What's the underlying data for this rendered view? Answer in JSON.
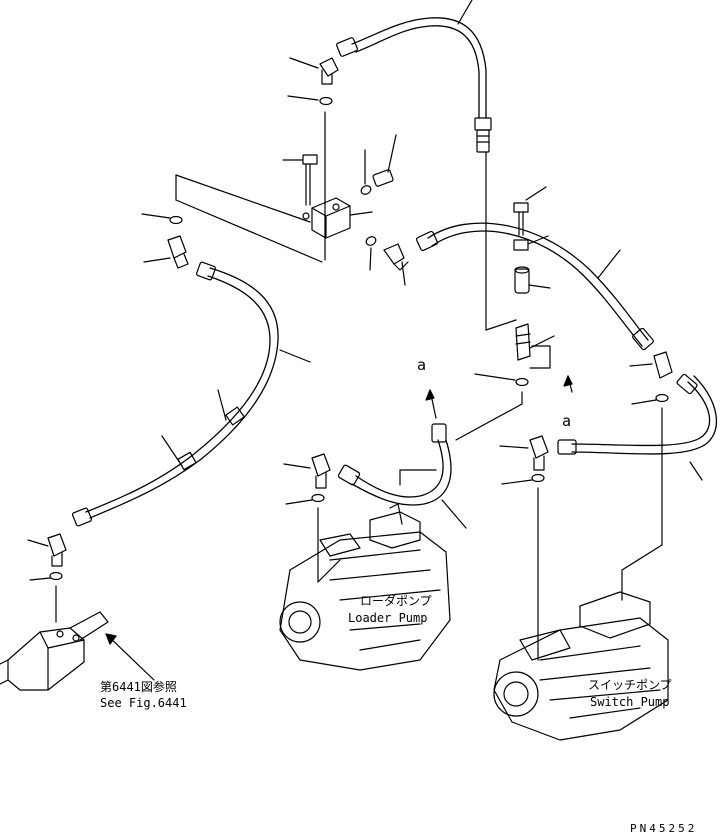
{
  "callouts": {
    "a_upper": "a",
    "a_lower": "a"
  },
  "loader_pump": {
    "label_jp": "ローダポンプ",
    "label_en": "Loader Pump"
  },
  "switch_pump": {
    "label_jp": "スイッチポンプ",
    "label_en": "Switch Pump"
  },
  "reference": {
    "label_jp": "第6441図参照",
    "label_en": "See Fig.6441"
  },
  "drawing_id": "PN45252"
}
